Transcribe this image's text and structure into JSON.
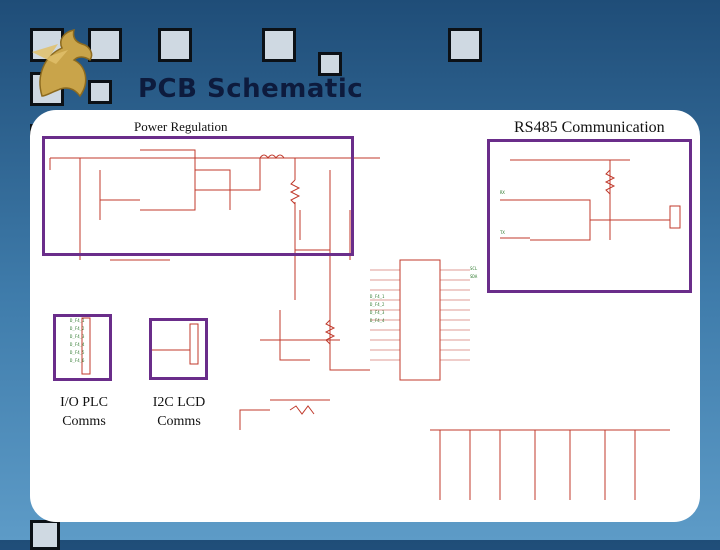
{
  "slide": {
    "title": "PCB Schematic"
  },
  "labels": {
    "power_regulation": "Power Regulation",
    "rs485": "RS485 Communication",
    "io_plc_line1": "I/O PLC",
    "io_plc_line2": "Comms",
    "i2c_line1": "I2C LCD",
    "i2c_line2": "Comms"
  },
  "colors": {
    "highlight_box": "#6a2d8a",
    "trace": "#c0392b",
    "net": "#2f7a2f",
    "background_top": "#1f4d78",
    "background_bottom": "#5d9bc7"
  },
  "icons": {
    "logo": "pegasus-logo"
  }
}
